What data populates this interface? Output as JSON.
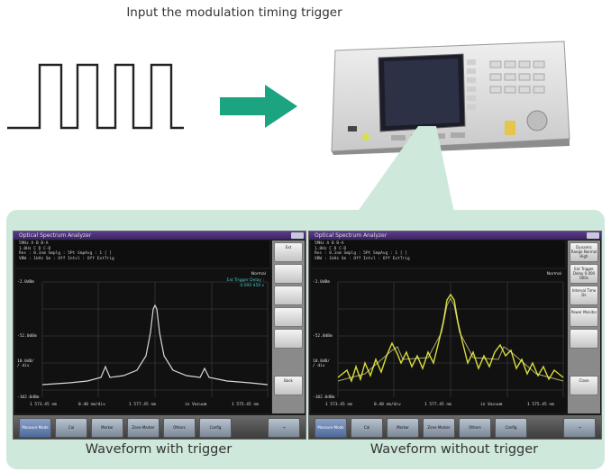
{
  "header": {
    "title": "Input the modulation timing trigger"
  },
  "captions": {
    "left": "Waveform with trigger",
    "right": "Waveform without trigger"
  },
  "colors": {
    "arrow": "#1ba47f",
    "panel": "#cfe8dc",
    "trace_with": "#d8d8d8",
    "trace_without": "#d9dc3a",
    "annotation": "#45c9c9"
  },
  "screen_with": {
    "title": "Optical Spectrum Analyzer",
    "info_lines": [
      "5MHz    A                    B                B-A",
      "1.8Hz   C                    D                C-D",
      "Res : 0.1nm      Smplg :  5Pt  SmpAvg :  1 [  ] ",
      "VBW : 1kHz   Sm : Off   Intvl : Off          ExtTrig"
    ],
    "mode": "Normal",
    "annotation_line1": "Ext Trigger Delay :",
    "annotation_line2": "0.000 450 s",
    "y_labels": [
      "-2.0dBm",
      "-52.0dBm",
      "10.0dB/\n/ div",
      "-102.0dBm"
    ],
    "x_labels": [
      "1 573.45 nm",
      "0.40 nm/div",
      "1 577.45 nm",
      "in Vacuum",
      "1 575.45 nm"
    ],
    "side_buttons": [
      "Ext",
      "",
      "",
      "",
      "",
      "Back"
    ],
    "softkeys": [
      "Measure Mode",
      "Cal",
      "Marker",
      "Zone Marker",
      "Others",
      "Config",
      "→"
    ]
  },
  "screen_without": {
    "title": "Optical Spectrum Analyzer",
    "info_lines": [
      "5MHz    A                    B                B-A",
      "1.8Hz   C                    D                C-D",
      "Res : 0.1nm      Smplg :  5Pt  SmpAvg :  1 [  ] ",
      "VBW : 1kHz   Sm : Off   Intvl : Off          ExtTrig"
    ],
    "mode": "Normal",
    "y_labels": [
      "-2.0dBm",
      "-52.0dBm",
      "10.0dB/\n/ div",
      "-102.0dBm"
    ],
    "x_labels": [
      "1 573.45 nm",
      "0.40 nm/div",
      "1 577.45 nm",
      "in Vacuum",
      "1 575.45 nm"
    ],
    "side_buttons": [
      "Dynamic Range Normal High",
      "Ext Trigger Delay 0.000 000s",
      "Interval Time Dc",
      "Power Monitor",
      "",
      "Close"
    ],
    "softkeys": [
      "Measure Mode",
      "Cal",
      "Marker",
      "Zone Marker",
      "Others",
      "Config",
      "→"
    ]
  }
}
